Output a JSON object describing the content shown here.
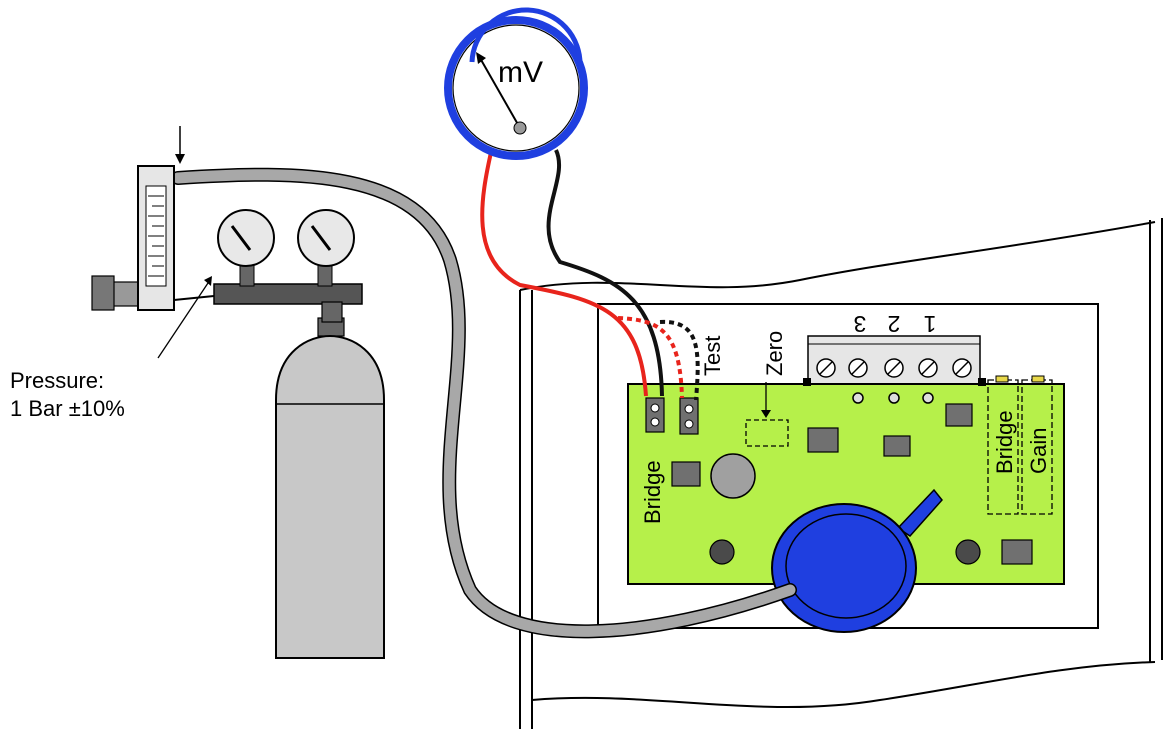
{
  "meter": {
    "label": "mV"
  },
  "pressure": {
    "line1": "Pressure:",
    "line2": "1 Bar ±10%"
  },
  "board": {
    "bridge_left": "Bridge",
    "test": "Test",
    "zero": "Zero",
    "bridge_right": "Bridge",
    "gain": "Gain",
    "terminals": [
      "3",
      "2",
      "1"
    ]
  },
  "colors": {
    "meter_ring": "#1f3fe0",
    "board": "#b6f04a",
    "sensor_body": "#1f3fe0",
    "red_lead": "#e8241c",
    "black_lead": "#111111",
    "tube": "#a8a8a8",
    "cylinder": "#c8c8c8"
  }
}
